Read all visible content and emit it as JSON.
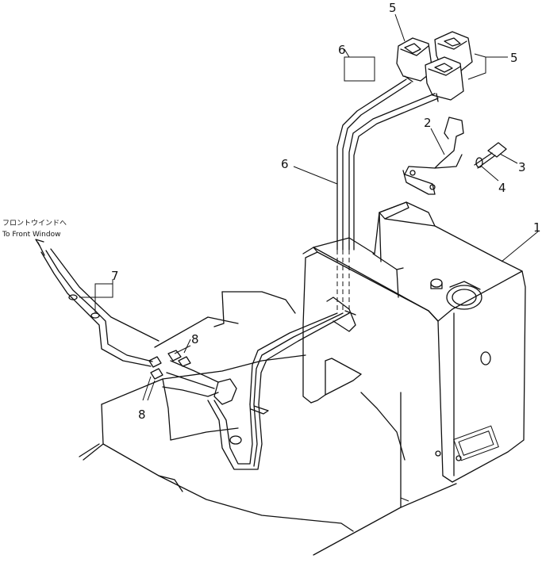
{
  "callouts": [
    {
      "id": "1",
      "label": "1"
    },
    {
      "id": "2",
      "label": "2"
    },
    {
      "id": "3",
      "label": "3"
    },
    {
      "id": "4",
      "label": "4"
    },
    {
      "id": "5a",
      "label": "5"
    },
    {
      "id": "5b",
      "label": "5"
    },
    {
      "id": "6a",
      "label": "6"
    },
    {
      "id": "6b",
      "label": "6"
    },
    {
      "id": "7",
      "label": "7"
    },
    {
      "id": "8a",
      "label": "8"
    },
    {
      "id": "8b",
      "label": "8"
    }
  ],
  "note": {
    "japanese": "フロントウインドへ",
    "english": "To Front Window"
  }
}
